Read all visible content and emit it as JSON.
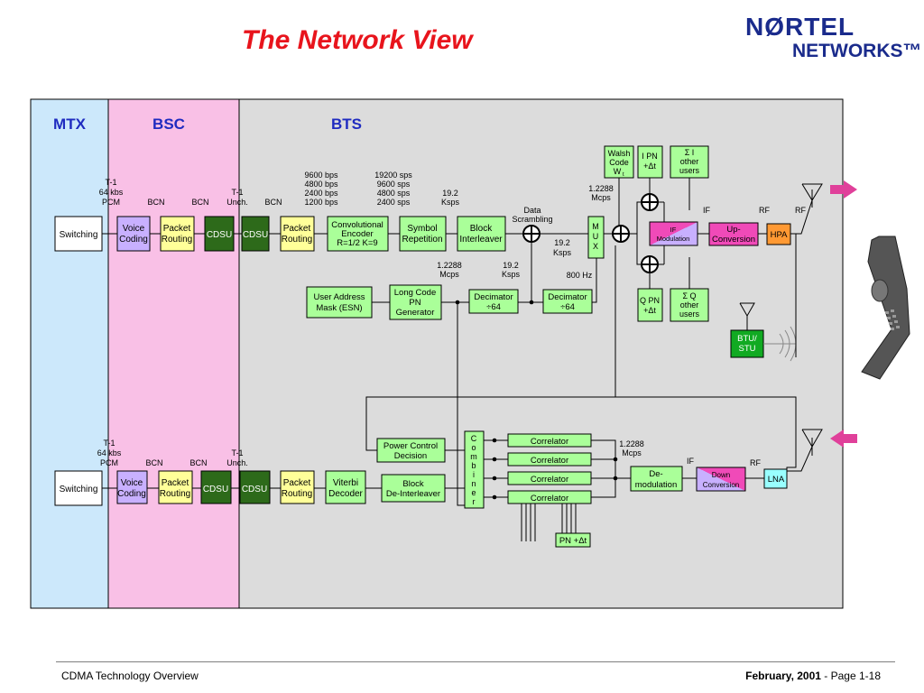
{
  "title": "The Network View",
  "logo": {
    "line1": "NØRTEL",
    "line2": "NETWORKS™"
  },
  "footer": {
    "left": "CDMA Technology Overview",
    "right_bold": "February, 2001",
    "right_page": " -  Page 1-18"
  },
  "regions": {
    "mtx": "MTX",
    "bsc": "BSC",
    "bts": "BTS"
  },
  "colors": {
    "mtx_bg": "#cce8fb",
    "bsc_bg": "#f9c0e6",
    "bts_bg": "#dcdcdc",
    "title": "#e8141c",
    "region_label": "#1f2bc0",
    "arrow": "#e0409a",
    "block_green": "#aaff99",
    "block_yellow": "#ffff99",
    "block_purple": "#c8b0ff",
    "block_darkgreen": "#2d6a1a",
    "block_pink": "#f04ab8",
    "block_orange": "#ff9933",
    "block_cyan": "#99ffff",
    "btu_green": "#11aa22"
  },
  "tx": {
    "t1_pcm": [
      "T-1",
      "64 kbs",
      "PCM"
    ],
    "bcn1": "BCN",
    "bcn2": "BCN",
    "bcn3": "BCN",
    "t1_unch": [
      "T-1",
      "Unch."
    ],
    "switching": "Switching",
    "voice_coding": [
      "Voice",
      "Coding"
    ],
    "packet_routing_1": [
      "Packet",
      "Routing"
    ],
    "cdsu_1": "CDSU",
    "cdsu_2": "CDSU",
    "packet_routing_2": [
      "Packet",
      "Routing"
    ],
    "bps_rates": [
      "9600 bps",
      "4800 bps",
      "2400 bps",
      "1200 bps"
    ],
    "sps_rates": [
      "19200 sps",
      "9600 sps",
      "4800 sps",
      "2400 sps"
    ],
    "ksps_192": [
      "19.2",
      "Ksps"
    ],
    "conv_encoder": [
      "Convolutional",
      "Encoder",
      "R=1/2 K=9"
    ],
    "symbol_repetition": [
      "Symbol",
      "Repetition"
    ],
    "block_interleaver": [
      "Block",
      "Interleaver"
    ],
    "data_scrambling": [
      "Data",
      "Scrambling"
    ],
    "mux": [
      "M",
      "U",
      "X"
    ],
    "ksps_mux": [
      "19.2",
      "Ksps"
    ],
    "hz_800": "800 Hz",
    "mcps_1": [
      "1.2288",
      "Mcps"
    ],
    "mcps_2": [
      "1.2288",
      "Mcps"
    ],
    "ksps_dec": [
      "19.2",
      "Ksps"
    ],
    "user_address_mask": [
      "User Address",
      "Mask (ESN)"
    ],
    "long_code_pn": [
      "Long Code",
      "PN",
      "Generator"
    ],
    "decimator_1": [
      "Decimator",
      "÷64"
    ],
    "decimator_2": [
      "Decimator",
      "÷64"
    ],
    "walsh_code": [
      "Walsh",
      "Code",
      "W"
    ],
    "walsh_sub": "t",
    "i_pn": [
      "I PN",
      "+Δt"
    ],
    "sum_i_other": [
      "Σ  I",
      "other",
      "users"
    ],
    "q_pn": [
      "Q PN",
      "+Δt"
    ],
    "sum_q_other": [
      "Σ Q",
      "other",
      "users"
    ],
    "if_label": "IF",
    "rf_label_1": "RF",
    "rf_label_2": "RF",
    "if_modulation": [
      "IF",
      "Modulation"
    ],
    "up_conversion": [
      "Up-",
      "Conversion"
    ],
    "hpa": "HPA",
    "btu_stu": [
      "BTU/",
      "STU"
    ]
  },
  "rx": {
    "t1_pcm": [
      "T-1",
      "64 kbs",
      "PCM"
    ],
    "bcn1": "BCN",
    "bcn2": "BCN",
    "t1_unch": [
      "T-1",
      "Unch."
    ],
    "switching": "Switching",
    "voice_coding": [
      "Voice",
      "Coding"
    ],
    "packet_routing_1": [
      "Packet",
      "Routing"
    ],
    "cdsu_1": "CDSU",
    "cdsu_2": "CDSU",
    "packet_routing_2": [
      "Packet",
      "Routing"
    ],
    "viterbi_decoder": [
      "Viterbi",
      "Decoder"
    ],
    "block_deinterleaver": [
      "Block",
      "De-Interleaver"
    ],
    "power_control": [
      "Power Control",
      "Decision"
    ],
    "combiner": [
      "C",
      "o",
      "m",
      "b",
      "i",
      "n",
      "e",
      "r"
    ],
    "correlators": [
      "Correlator",
      "Correlator",
      "Correlator",
      "Correlator"
    ],
    "mcps": [
      "1.2288",
      "Mcps"
    ],
    "pn_dt": "PN +Δt",
    "demodulation": [
      "De-",
      "modulation"
    ],
    "down_conversion": [
      "Down",
      "Conversion"
    ],
    "lna": "LNA",
    "if_label": "IF",
    "rf_label": "RF"
  }
}
